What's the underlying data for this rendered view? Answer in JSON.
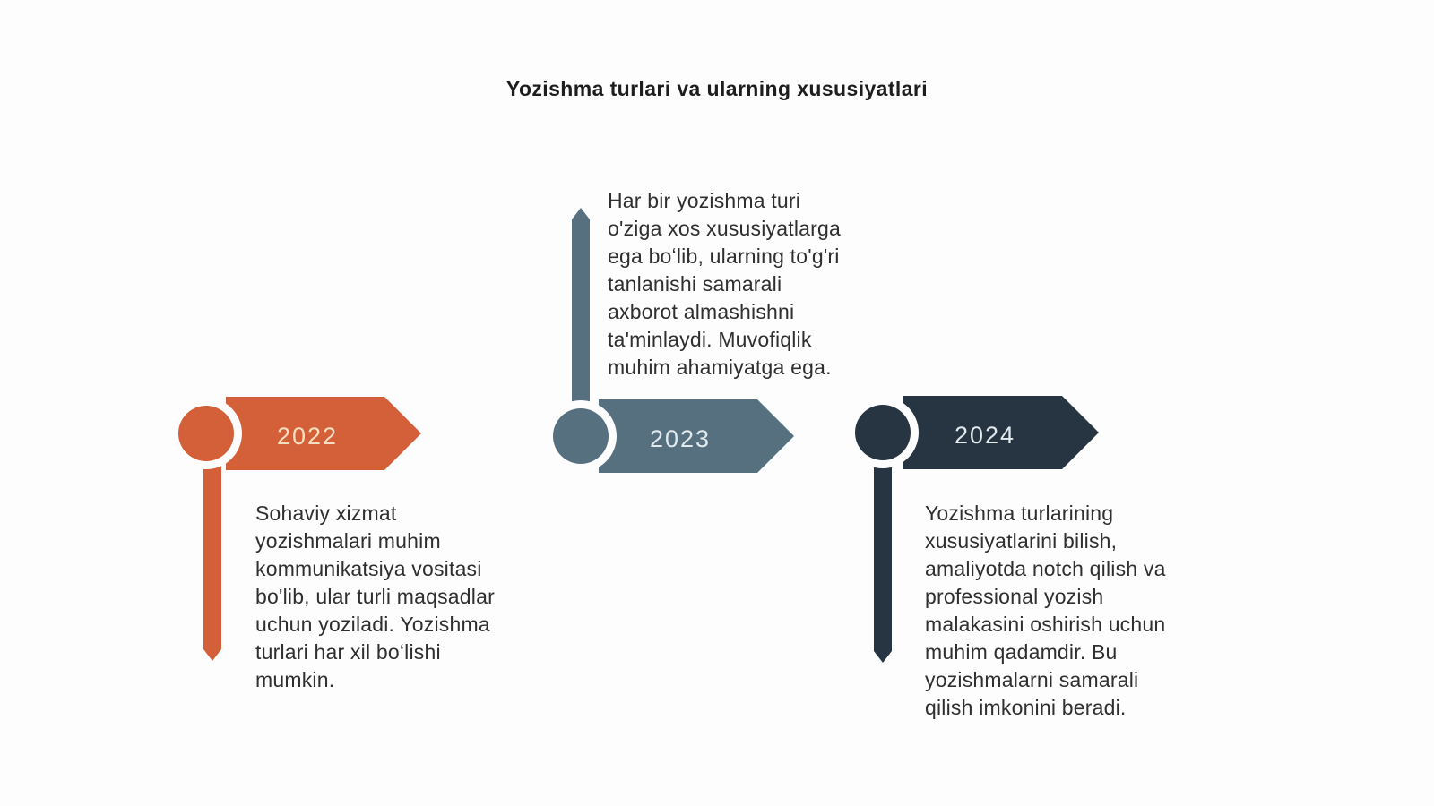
{
  "page": {
    "background": "#fdfdfd"
  },
  "title": "Yozishma turlari va ularning xususiyatlari",
  "timeline": {
    "milestones": [
      {
        "year": "2022",
        "color": "#d4603a",
        "year_color": "#f4dfc2",
        "stem_direction": "down",
        "description": "Sohaviy xizmat\nyozishmalari muhim\nkommunikatsiya vositasi\nbo'lib, ular turli maqsadlar\nuchun yoziladi. Yozishma\nturlari har xil boʻlishi\nmumkin."
      },
      {
        "year": "2023",
        "color": "#56707f",
        "year_color": "#e3eaee",
        "stem_direction": "up",
        "description": "Har bir yozishma turi\no'ziga xos xususiyatlarga\nega boʻlib, ularning to'g'ri\ntanlanishi samarali\naxborot almashishni\nta'minlaydi. Muvofiqlik\nmuhim ahamiyatga ega."
      },
      {
        "year": "2024",
        "color": "#273441",
        "year_color": "#e3eaee",
        "stem_direction": "down",
        "description": "Yozishma turlarining\nxususiyatlarini bilish,\namaliyotda notch qilish va\nprofessional yozish\nmalakasini oshirish uchun\nmuhim qadamdir. Bu\nyozishmalarni samarali\nqilish imkonini beradi."
      }
    ]
  }
}
